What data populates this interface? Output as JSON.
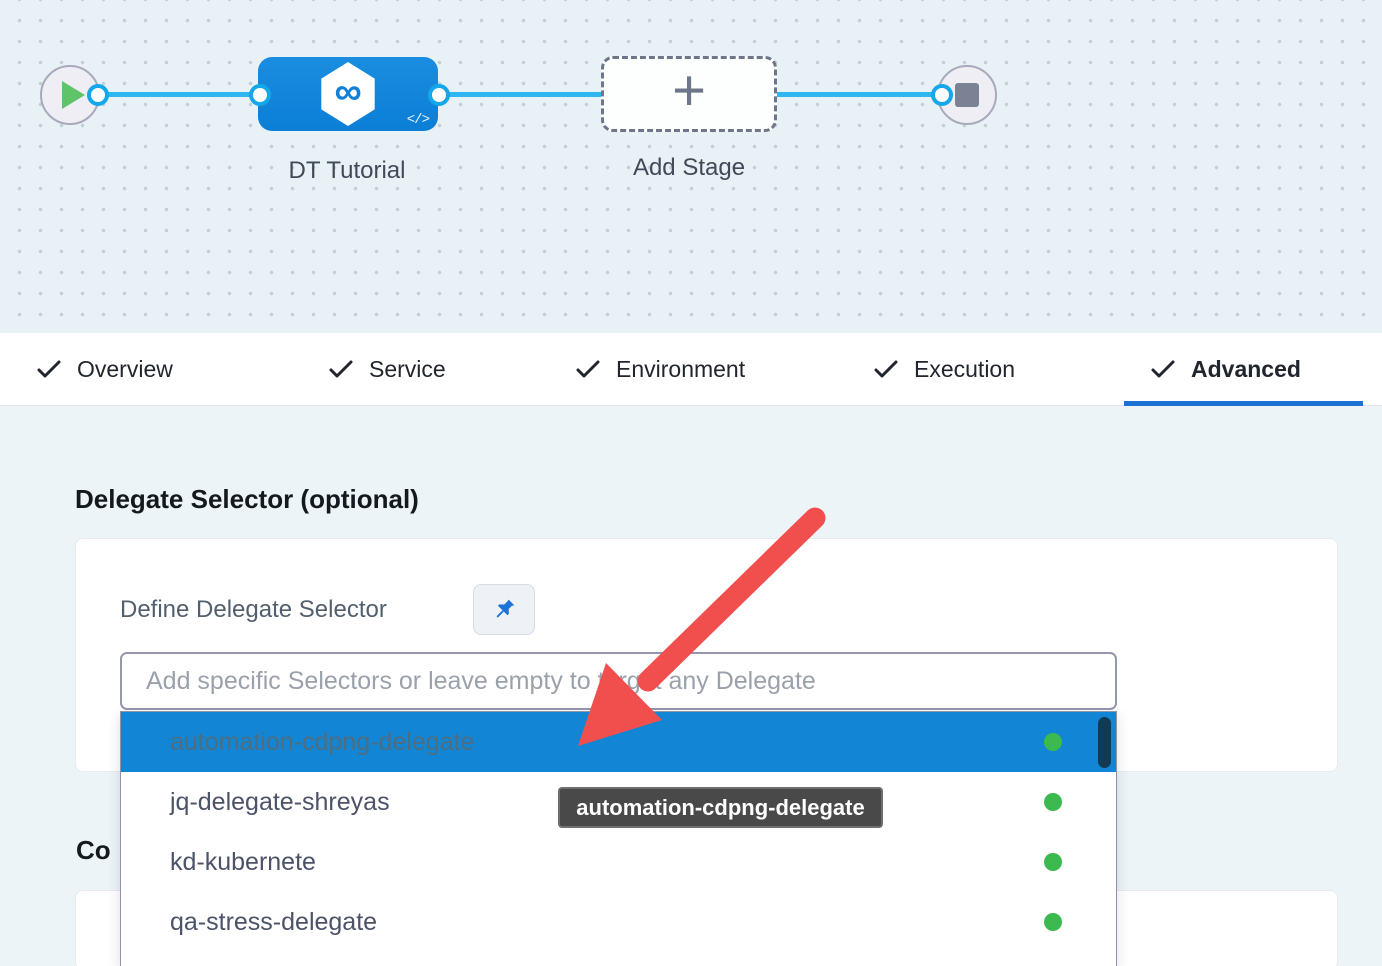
{
  "canvas": {
    "stage_label": "DT Tutorial",
    "add_stage_label": "Add Stage",
    "plus_glyph": "+",
    "infinity_glyph": "∞",
    "code_glyph": "</>"
  },
  "tabs": {
    "items": [
      {
        "label": "Overview",
        "checked": true,
        "active": false
      },
      {
        "label": "Service",
        "checked": true,
        "active": false
      },
      {
        "label": "Environment",
        "checked": true,
        "active": false
      },
      {
        "label": "Execution",
        "checked": true,
        "active": false
      },
      {
        "label": "Advanced",
        "checked": true,
        "active": true
      }
    ]
  },
  "advanced_tab": {
    "section_title": "Delegate Selector (optional)",
    "define_label": "Define Delegate Selector",
    "input_placeholder": "Add specific Selectors or leave empty to target any Delegate",
    "input_value": "",
    "next_section_partial_text": "Co"
  },
  "delegate_dropdown": {
    "options": [
      {
        "label": "automation-cdpng-delegate",
        "status": "connected",
        "highlighted": true
      },
      {
        "label": "jq-delegate-shreyas",
        "status": "connected",
        "highlighted": false
      },
      {
        "label": "kd-kubernete",
        "status": "connected",
        "highlighted": false
      },
      {
        "label": "qa-stress-delegate",
        "status": "connected",
        "highlighted": false
      }
    ]
  },
  "tooltip": {
    "text": "automation-cdpng-delegate"
  },
  "colors": {
    "highlight_blue": "#1286d4",
    "tab_underline_blue": "#1b70d4",
    "stage_node_blue": "#0e84da",
    "connector_blue": "#2db7ee",
    "status_green": "#3cba50",
    "arrow_red": "#f14f4e",
    "tooltip_bg": "#494949",
    "canvas_bg": "#e8f1f6",
    "content_bg": "#edf4f8"
  }
}
